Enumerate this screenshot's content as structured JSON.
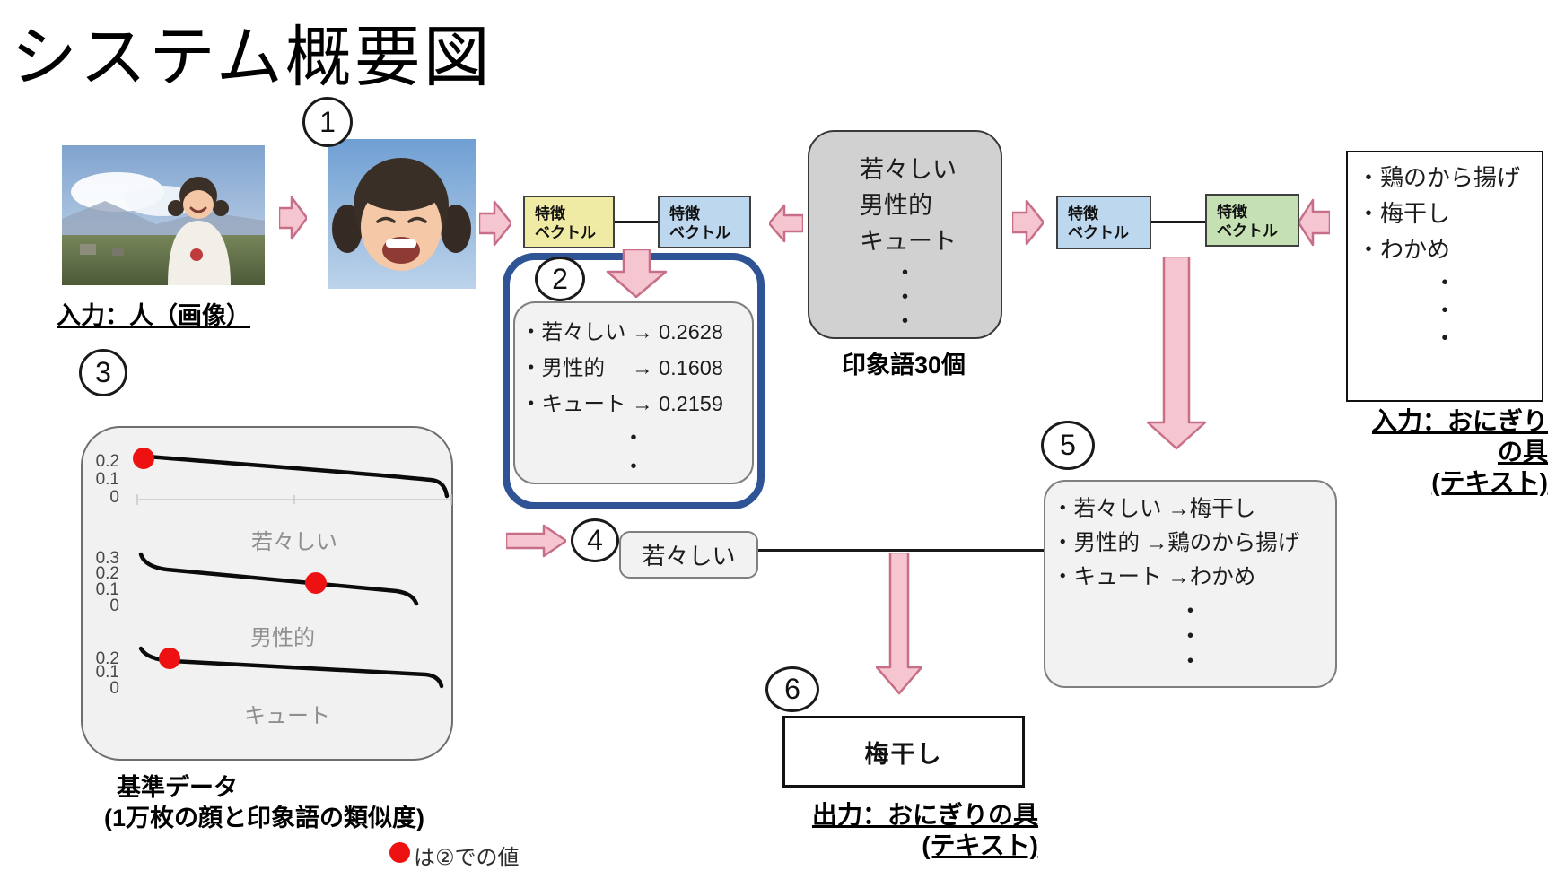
{
  "title": "システム概要図",
  "steps": {
    "n1": "1",
    "n2": "2",
    "n3": "3",
    "n4": "4",
    "n5": "5",
    "n6": "6"
  },
  "input_person": {
    "caption": "入力：人（画像）"
  },
  "vector_box_label": "特徴\nベクトル",
  "impression_box": {
    "items": [
      "若々しい",
      "男性的",
      "キュート"
    ],
    "ellipsis": "・\n・\n・",
    "caption": "印象語30個"
  },
  "score_box": {
    "rows": [
      "・若々しい → 0.2628",
      "・男性的　 → 0.1608",
      "・キュート → 0.2159"
    ],
    "ellipsis": "・\n・"
  },
  "reference_panel": {
    "caption_line1": "基準データ",
    "caption_line2": "(1万枚の顔と印象語の類似度)",
    "legend_note": "は②での値",
    "charts": [
      {
        "type": "line",
        "label": "若々しい",
        "yticks": [
          "0.2",
          "0.1",
          "0"
        ],
        "curve_start": 0.22,
        "curve_end": 0.1,
        "marker_value": 0.2628,
        "marker_x_fraction": 0.03,
        "has_axis_line": true
      },
      {
        "type": "line",
        "label": "男性的",
        "yticks": [
          "0.3",
          "0.2",
          "0.1",
          "0"
        ],
        "curve_start": 0.3,
        "curve_end": 0.12,
        "marker_value": 0.1608,
        "marker_x_fraction": 0.62,
        "has_axis_line": false
      },
      {
        "type": "line",
        "label": "キュート",
        "yticks": [
          "0.2",
          "0.1",
          "0"
        ],
        "curve_start": 0.23,
        "curve_end": 0.1,
        "marker_value": 0.2159,
        "marker_x_fraction": 0.12,
        "has_axis_line": false
      }
    ]
  },
  "word_box": "若々しい",
  "mapping_box": {
    "rows": [
      "・若々しい →梅干し",
      "・男性的 →鶏のから揚げ",
      "・キュート →わかめ"
    ],
    "ellipsis": "・\n・\n・"
  },
  "onigiri_input": {
    "items": [
      "・鶏のから揚げ",
      "・梅干し",
      "・わかめ"
    ],
    "ellipsis": "・\n・\n・",
    "caption_line1": "入力：おにぎり",
    "caption_line2": "の具",
    "caption_line3": "(テキスト)"
  },
  "output": {
    "value": "梅干し",
    "caption_line1": "出力：おにぎりの具",
    "caption_line2": "(テキスト)"
  },
  "colors": {
    "arrow_fill": "#F5C6D0",
    "arrow_stroke": "#C76F88",
    "highlight_border": "#2F5496",
    "vector_yellow": "#F0EBA4",
    "vector_blue": "#BDD7EE",
    "vector_green": "#C5E0B3",
    "impression_gray": "#D1D1D1",
    "panel_gray": "#F2F2F2",
    "marker_red": "#EE1111"
  }
}
